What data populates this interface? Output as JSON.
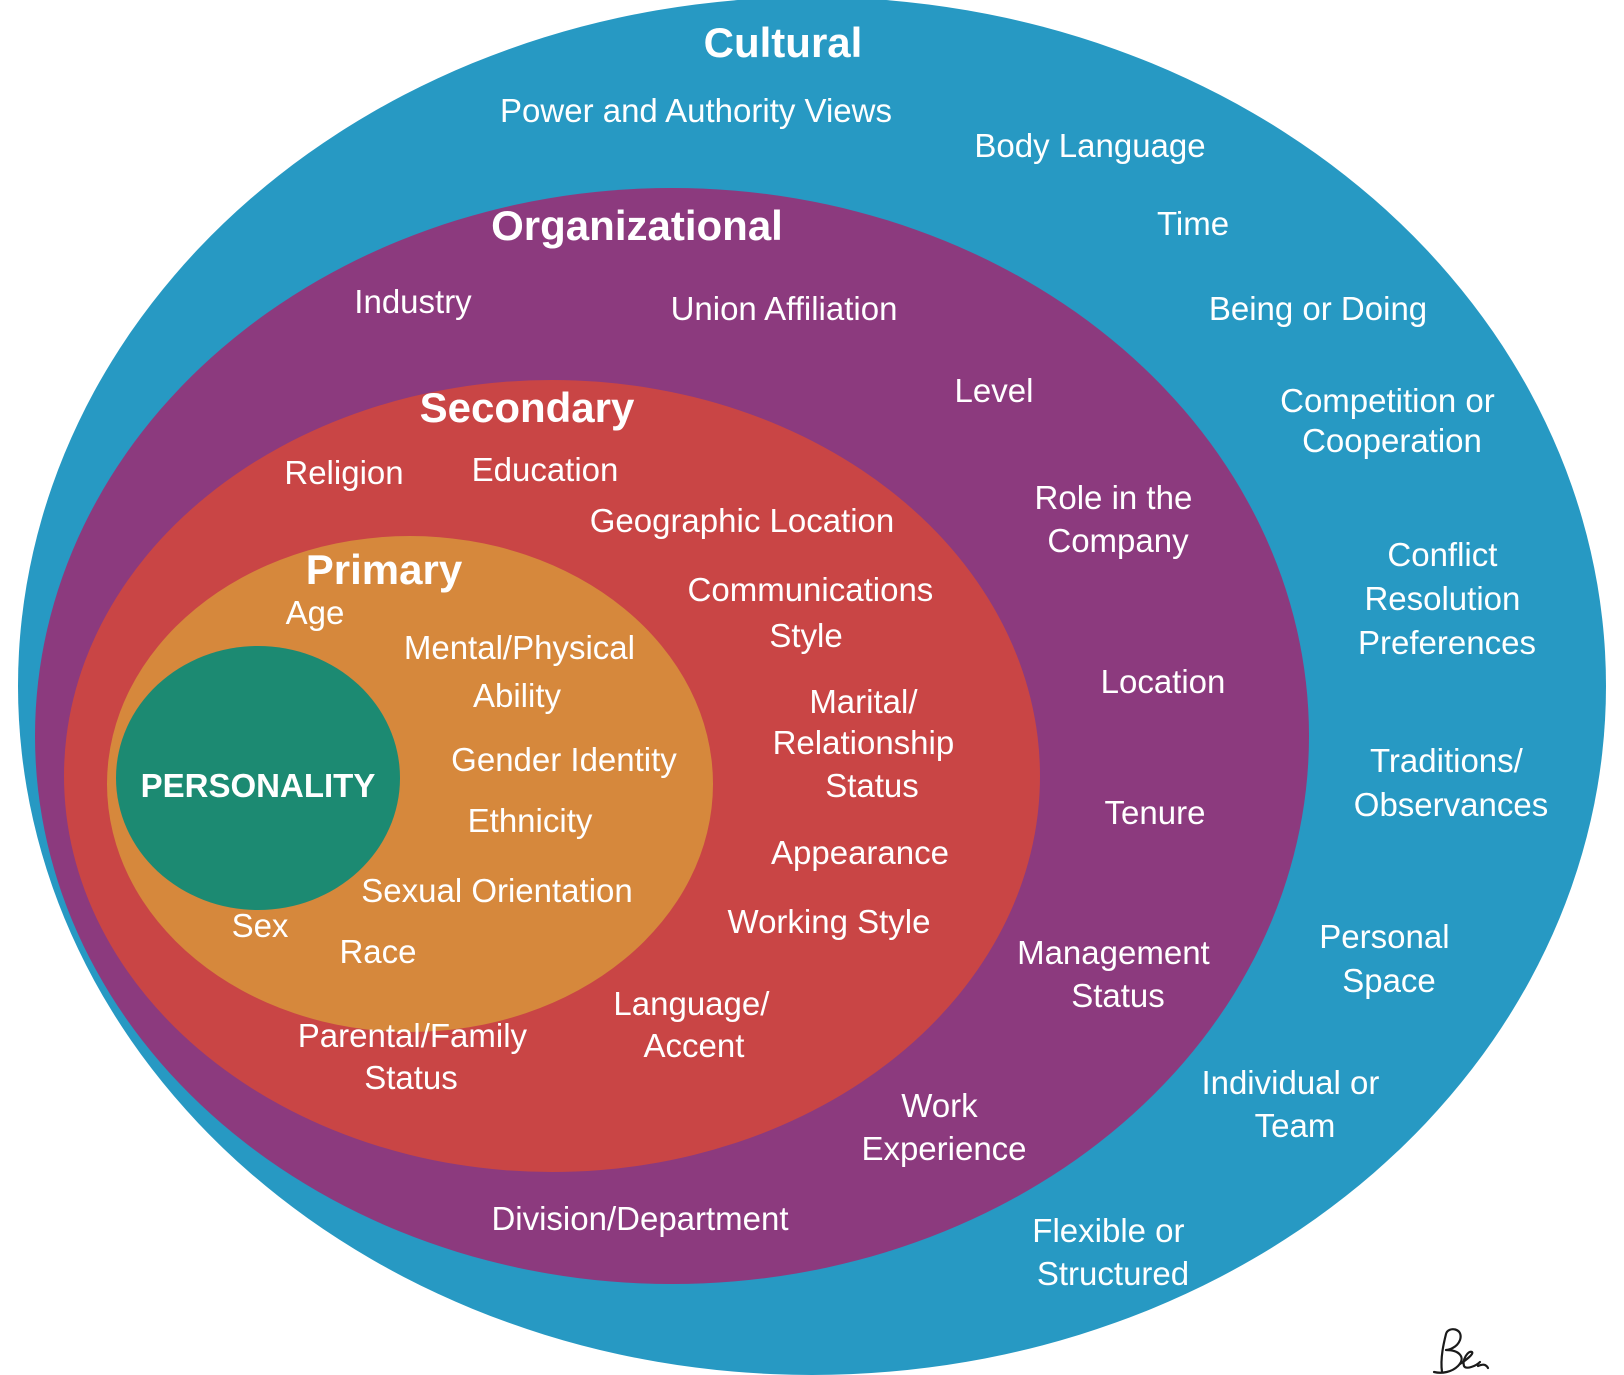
{
  "colors": {
    "cultural": "#2799c3",
    "organizational": "#8c3a7e",
    "secondary": "#c94545",
    "primary": "#d6883c",
    "personality": "#1c8a72",
    "text": "#ffffff"
  },
  "cultural": {
    "title": "Cultural",
    "items": [
      "Power and Authority Views",
      "Body Language",
      "Time",
      "Being or Doing",
      [
        "Competition or",
        "Cooperation"
      ],
      [
        "Conflict",
        "Resolution",
        "Preferences"
      ],
      [
        "Traditions/",
        "Observances"
      ],
      [
        "Personal",
        "Space"
      ],
      [
        "Individual or",
        "Team"
      ],
      [
        "Flexible or",
        "Structured"
      ]
    ]
  },
  "organizational": {
    "title": "Organizational",
    "items": [
      "Industry",
      "Union Affiliation",
      "Level",
      [
        "Role in the",
        "Company"
      ],
      "Location",
      "Tenure",
      [
        "Management",
        "Status"
      ],
      [
        "Work",
        "Experience"
      ],
      "Division/Department"
    ]
  },
  "secondary": {
    "title": "Secondary",
    "items": [
      "Religion",
      "Education",
      "Geographic Location",
      [
        "Communications",
        "Style"
      ],
      [
        "Marital/",
        "Relationship",
        "Status"
      ],
      "Appearance",
      "Working Style",
      [
        "Language/",
        "Accent"
      ],
      [
        "Parental/Family",
        "Status"
      ]
    ]
  },
  "primary": {
    "title": "Primary",
    "items": [
      "Age",
      [
        "Mental/Physical",
        "Ability"
      ],
      "Gender Identity",
      "Ethnicity",
      "Sexual Orientation",
      "Sex",
      "Race"
    ]
  },
  "core": {
    "title": "PERSONALITY"
  },
  "signature": "Be"
}
